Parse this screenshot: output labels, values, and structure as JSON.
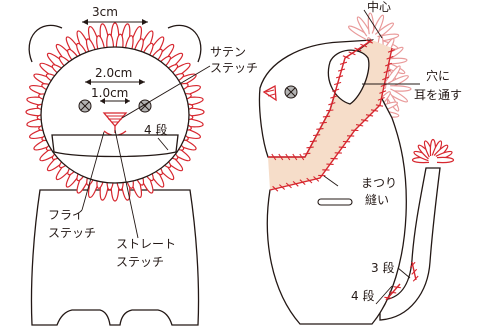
{
  "colors": {
    "outline": "#231815",
    "stitch": "#d7272f",
    "light_stitch": "#e99a9a",
    "skin": "#f6ddc9",
    "eye": "#b3b3b3",
    "background": "#ffffff"
  },
  "labels": {
    "width_3cm": "3cm",
    "eye_spacing_2cm": "2.0cm",
    "nose_spacing_1cm": "1.0cm",
    "satin_stitch_line1": "サテン",
    "satin_stitch_line2": "ステッチ",
    "rows_4_front": "4 段",
    "fly_stitch_line1": "フライ",
    "fly_stitch_line2": "ステッチ",
    "straight_stitch_line1": "ストレート",
    "straight_stitch_line2": "ステッチ",
    "center": "中心",
    "hole_line1": "穴に",
    "hole_line2": "耳を通す",
    "whip_stitch_line1": "まつり",
    "whip_stitch_line2": "縫い",
    "rows_3": "3 段",
    "rows_4_side": "4 段"
  }
}
